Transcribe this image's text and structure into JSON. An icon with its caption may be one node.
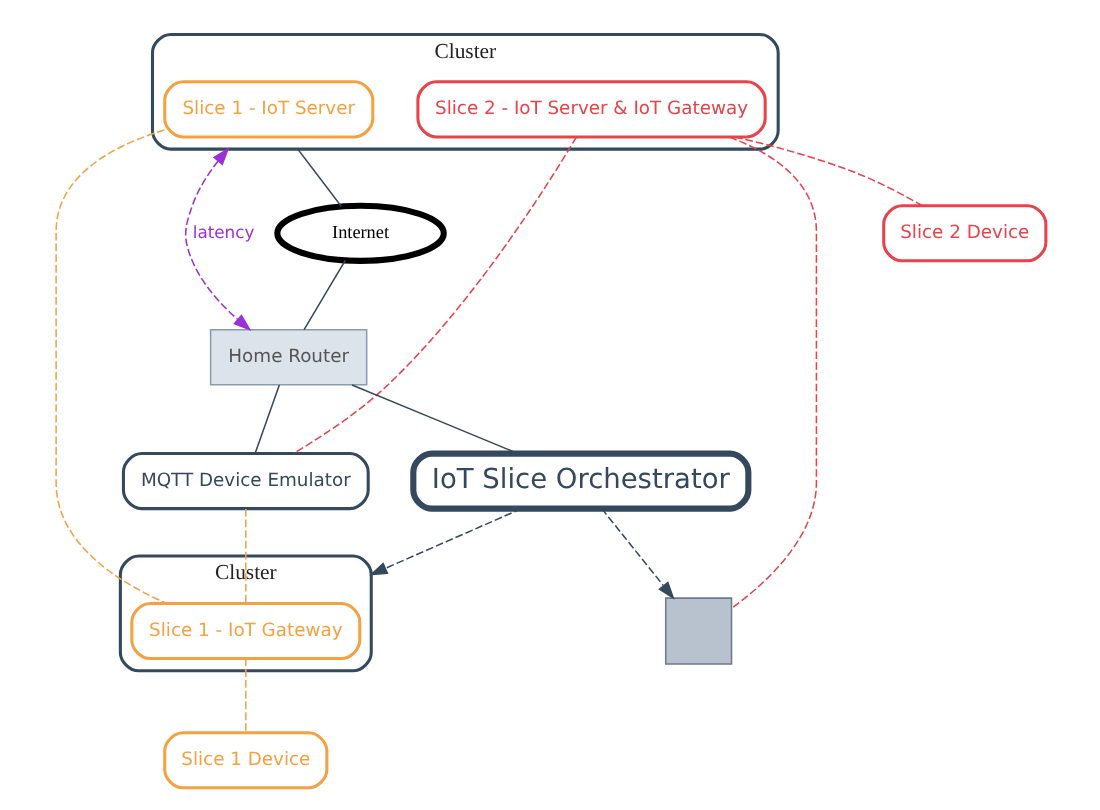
{
  "diagram": {
    "nodes": [
      {
        "text": [
          "Cluster"
        ]
      },
      {
        "text": [
          "Slice 1 - IoT Server"
        ],
        "in": 0
      },
      {
        "text": [
          "Slice 2 - IoT Server & IoT Gateway"
        ],
        "in": 0
      },
      {
        "text": [
          "Cluster"
        ]
      },
      {
        "text": [
          "Slice 1 - IoT Gateway"
        ],
        "in": 3
      },
      {
        "text": [
          "Internet"
        ]
      },
      {
        "text": [
          "Home Router"
        ]
      },
      {
        "text": [
          "MQTT Device Emulator"
        ]
      },
      {
        "text": [
          "IoT Slice Orchestrator"
        ]
      },
      {
        "text": [
          "Slice 2 Device"
        ]
      },
      {
        "text": [
          "Slice 1 Device"
        ]
      },
      {
        "text": [],
        "shape": "box"
      }
    ],
    "edges": [
      {
        "from": 0,
        "to": 5,
        "arrow": "none"
      },
      {
        "from": 5,
        "to": 6,
        "arrow": "none"
      },
      {
        "from": 6,
        "to": 7,
        "arrow": "none"
      },
      {
        "from": 6,
        "to": 8,
        "arrow": "none"
      },
      {
        "from": 0,
        "to": 6,
        "arrow": "both",
        "label": "latency",
        "style": "dashed",
        "color": "#9b30d9"
      },
      {
        "from": 8,
        "to": 11,
        "arrow": "to",
        "style": "dashed"
      },
      {
        "from": 8,
        "to": 3,
        "arrow": "to",
        "style": "dashed"
      },
      {
        "from": 2,
        "to": 11,
        "arrow": "none",
        "style": "dashed",
        "color": "#e8424a"
      },
      {
        "from": 2,
        "to": 9,
        "arrow": "none",
        "style": "dashed",
        "color": "#e8424a"
      },
      {
        "from": 2,
        "to": 7,
        "arrow": "none",
        "style": "dashed",
        "color": "#e8424a"
      },
      {
        "from": 1,
        "to": 4,
        "arrow": "none",
        "style": "dashed",
        "color": "#f5a142"
      },
      {
        "from": 4,
        "to": 10,
        "arrow": "none",
        "style": "dashed",
        "color": "#f5a142"
      },
      {
        "from": 7,
        "to": 4,
        "arrow": "none",
        "style": "dashed",
        "color": "#f5a142"
      }
    ]
  }
}
